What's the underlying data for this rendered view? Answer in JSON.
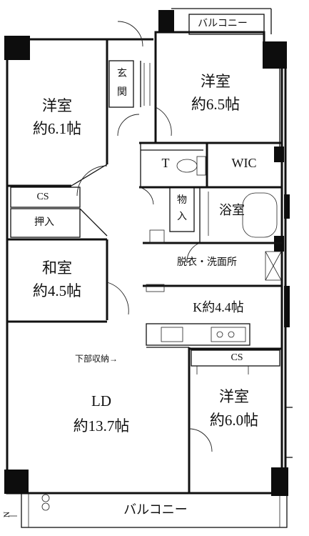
{
  "rooms": {
    "western_room_1": {
      "name": "洋室",
      "size": "約6.1帖"
    },
    "western_room_2": {
      "name": "洋室",
      "size": "約6.5帖"
    },
    "western_room_3": {
      "name": "洋室",
      "size": "約6.0帖"
    },
    "japanese_room": {
      "name": "和室",
      "size": "約4.5帖"
    },
    "ld": {
      "name": "LD",
      "size": "約13.7帖"
    },
    "kitchen": {
      "label": "K約4.4帖"
    }
  },
  "labels": {
    "entrance": "玄関",
    "toilet": "T",
    "wic": "WIC",
    "storage": "物入",
    "bath": "浴室",
    "washroom": "脱衣・洗面所",
    "closet_1": "CS",
    "closet_2": "CS",
    "oshiire": "押入",
    "under_storage": "下部収納→",
    "balcony_top": "バルコニー",
    "balcony_bottom": "バルコニー",
    "north": "N"
  }
}
